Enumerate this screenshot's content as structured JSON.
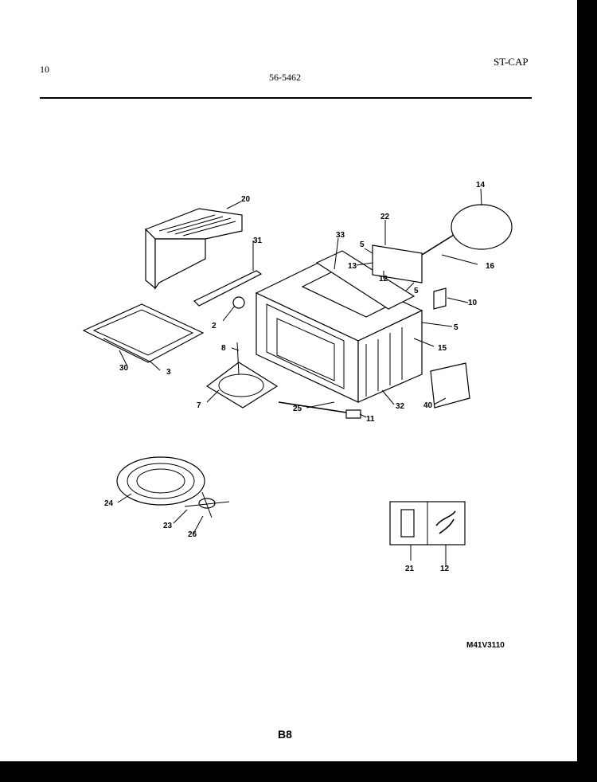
{
  "header": {
    "page_left": "10",
    "model": "56-5462",
    "section": "ST-CAP"
  },
  "callouts": [
    "20",
    "31",
    "33",
    "22",
    "14",
    "5",
    "13",
    "12",
    "5",
    "16",
    "10",
    "2",
    "5",
    "15",
    "30",
    "3",
    "8",
    "7",
    "25",
    "11",
    "32",
    "40",
    "24",
    "23",
    "26",
    "21",
    "12"
  ],
  "diagram_code": "M41V3110",
  "page_number": "B8"
}
